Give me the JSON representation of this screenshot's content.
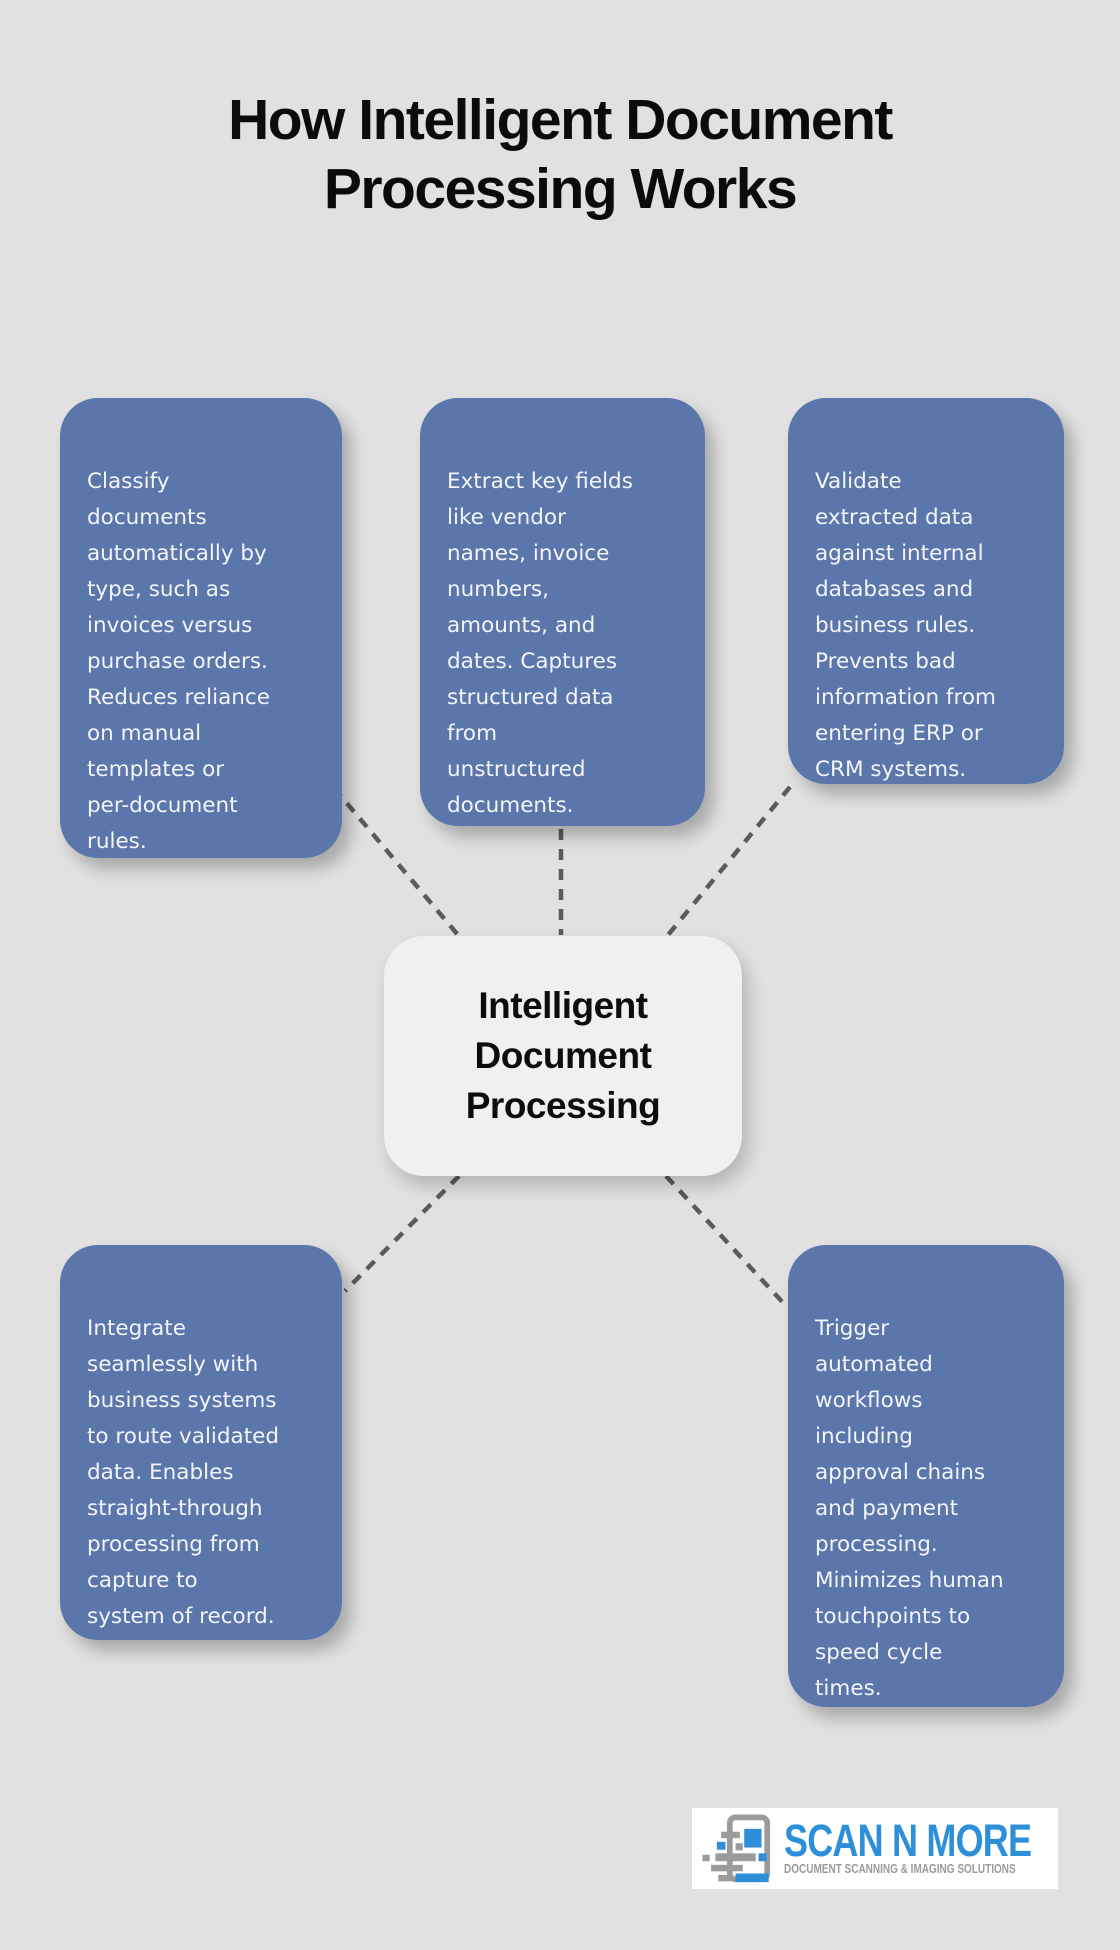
{
  "infographic": {
    "title": "How Intelligent Document\nProcessing Works",
    "center": {
      "label": "Intelligent\nDocument\nProcessing"
    },
    "nodes": [
      {
        "id": "classify",
        "text": "Classify\ndocuments\nautomatically by\ntype, such as\ninvoices versus\npurchase orders.\nReduces reliance\non manual\ntemplates or\nper-document\nrules."
      },
      {
        "id": "extract",
        "text": "Extract key fields\nlike vendor\nnames, invoice\nnumbers,\namounts, and\ndates. Captures\nstructured data\nfrom\nunstructured\ndocuments."
      },
      {
        "id": "validate",
        "text": "Validate\nextracted data\nagainst internal\ndatabases and\nbusiness rules.\nPrevents bad\ninformation from\nentering ERP or\nCRM systems."
      },
      {
        "id": "integrate",
        "text": "Integrate\nseamlessly with\nbusiness systems\nto route validated\ndata. Enables\nstraight-through\nprocessing from\ncapture to\nsystem of record."
      },
      {
        "id": "trigger",
        "text": "Trigger\nautomated\nworkflows\nincluding\napproval chains\nand payment\nprocessing.\nMinimizes human\ntouchpoints to\nspeed cycle\ntimes."
      }
    ],
    "logo": {
      "brand": "SCAN N MORE",
      "tagline": "DOCUMENT SCANNING & IMAGING SOLUTIONS"
    },
    "colors": {
      "background": "#e0e1e0",
      "node_fill": "#5b76ab",
      "node_text": "#f3f5f9",
      "center_fill": "#f0f0f2",
      "center_text": "#0d0d0d",
      "connector": "#5a5b5a",
      "title_text": "#0b0b0b",
      "brand_blue": "#2e8fd9",
      "brand_gray": "#9b9b9b",
      "logo_panel": "#ffffff"
    }
  }
}
